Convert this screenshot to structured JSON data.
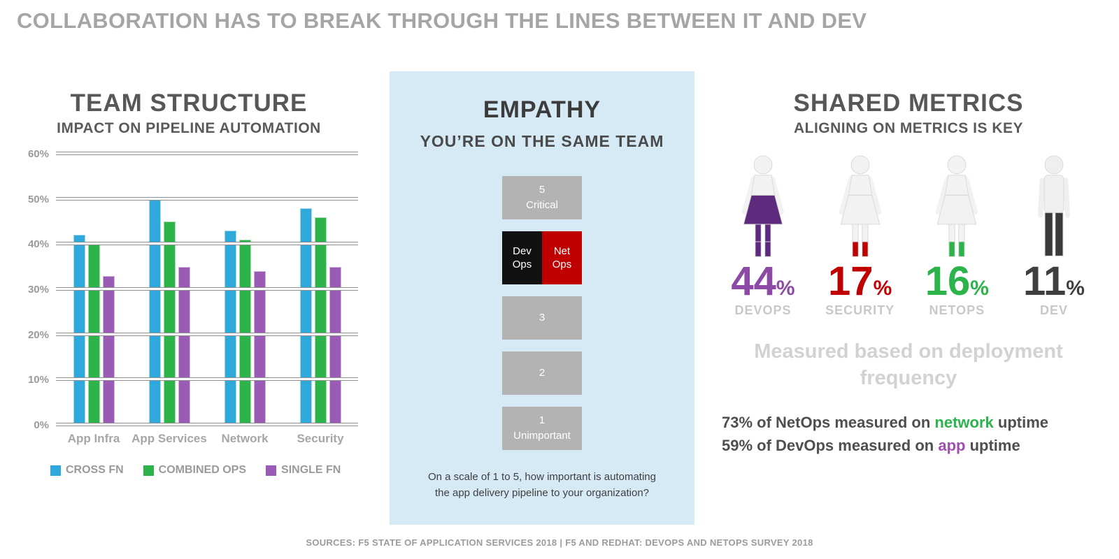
{
  "colors": {
    "panel_blue": "#D6EAF6",
    "box_gray": "#B3B3B3",
    "box_black": "#111111",
    "box_red": "#C00000"
  },
  "header": {
    "title": "COLLABORATION HAS TO BREAK THROUGH THE LINES BETWEEN IT AND DEV"
  },
  "chart_data": {
    "type": "bar",
    "title": "TEAM STRUCTURE",
    "subtitle": "IMPACT ON PIPELINE AUTOMATION",
    "categories": [
      "App Infra",
      "App Services",
      "Network",
      "Security"
    ],
    "series": [
      {
        "name": "CROSS FN",
        "color": "#2FA8DC",
        "values": [
          42,
          50,
          43,
          48
        ]
      },
      {
        "name": "COMBINED OPS",
        "color": "#2CB34A",
        "values": [
          40,
          45,
          41,
          46
        ]
      },
      {
        "name": "SINGLE FN",
        "color": "#9A5BB5",
        "values": [
          33,
          35,
          34,
          35
        ]
      }
    ],
    "ylim": [
      0,
      60
    ],
    "yticks": [
      0,
      10,
      20,
      30,
      40,
      50,
      60
    ],
    "ytick_suffix": "%",
    "grid": true,
    "legend_position": "bottom"
  },
  "empathy": {
    "title": "EMPATHY",
    "subtitle": "YOU’RE ON THE SAME TEAM",
    "scale": {
      "five": {
        "number": "5",
        "label": "Critical"
      },
      "four": {
        "left": "Dev Ops",
        "right": "Net Ops"
      },
      "three": {
        "number": "3"
      },
      "two": {
        "number": "2"
      },
      "one": {
        "number": "1",
        "label": "Unimportant"
      }
    },
    "question": "On a scale of 1 to 5, how important is automating the app delivery pipeline to your organization?"
  },
  "shared_metrics": {
    "title": "SHARED METRICS",
    "subtitle": "ALIGNING ON METRICS IS KEY",
    "groups": [
      {
        "value": "44",
        "unit": "%",
        "label": "DEVOPS",
        "color": "#8C4AA5",
        "icon": "woman-icon",
        "icon_colors": {
          "top": "#F2F2F2",
          "skirt": "#5E2A7D",
          "legs": "#5E2A7D",
          "boots": "#5E2A7D"
        }
      },
      {
        "value": "17",
        "unit": "%",
        "label": "SECURITY",
        "color": "#C00000",
        "icon": "woman-icon",
        "icon_colors": {
          "top": "#F2F2F2",
          "skirt": "#F2F2F2",
          "legs": "#F2F2F2",
          "boots": "#C00000"
        }
      },
      {
        "value": "16",
        "unit": "%",
        "label": "NETOPS",
        "color": "#2CB34A",
        "icon": "woman-icon",
        "icon_colors": {
          "top": "#F2F2F2",
          "skirt": "#F2F2F2",
          "legs": "#F2F2F2",
          "boots": "#2CB34A"
        }
      },
      {
        "value": "11",
        "unit": "%",
        "label": "DEV",
        "color": "#3F3F3F",
        "icon": "man-icon",
        "icon_colors": {
          "top": "#EFEFEF",
          "legs": "#3A3A3A"
        }
      }
    ],
    "caption": "Measured based on deployment frequency",
    "stats": [
      {
        "prefix": "73% of NetOps measured on ",
        "keyword": "network",
        "suffix": " uptime",
        "keyword_color": "#2CB34A"
      },
      {
        "prefix": "59% of DevOps measured on ",
        "keyword": "app",
        "suffix": " uptime",
        "keyword_color": "#A04FB0"
      }
    ]
  },
  "footer": {
    "sources": "SOURCES: F5 STATE OF APPLICATION SERVICES 2018 | F5 AND REDHAT: DEVOPS AND NETOPS SURVEY 2018"
  }
}
